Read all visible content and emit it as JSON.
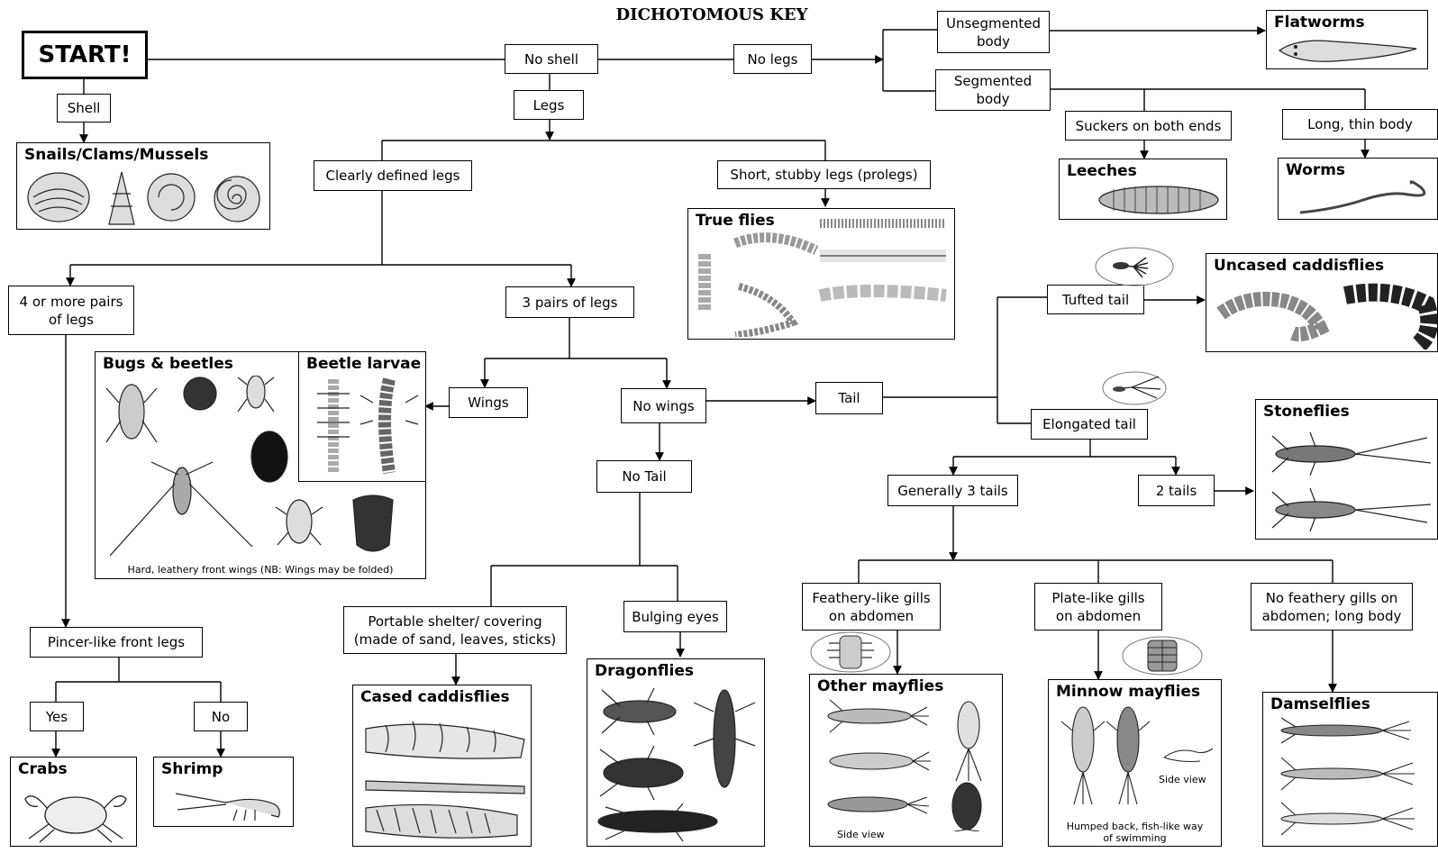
{
  "title": "DICHOTOMOUS KEY",
  "start": "START!",
  "nodes": {
    "shell": "Shell",
    "no_shell": "No shell",
    "no_legs": "No legs",
    "legs": "Legs",
    "unsegmented": "Unsegmented\nbody",
    "segmented": "Segmented\nbody",
    "suckers": "Suckers on both ends",
    "long_thin": "Long, thin body",
    "clearly_defined": "Clearly defined legs",
    "prolegs": "Short, stubby legs (prolegs)",
    "four_pairs": "4 or more pairs\nof legs",
    "three_pairs": "3 pairs of legs",
    "wings": "Wings",
    "no_wings": "No wings",
    "tail": "Tail",
    "tufted": "Tufted tail",
    "elongated": "Elongated tail",
    "no_tail": "No Tail",
    "gen3": "Generally 3 tails",
    "two_tails": "2 tails",
    "pincer": "Pincer-like front legs",
    "yes": "Yes",
    "no": "No",
    "portable": "Portable shelter/ covering\n(made of sand, leaves, sticks)",
    "bulging": "Bulging eyes",
    "feathery": "Feathery-like gills\non abdomen",
    "plate": "Plate-like gills\non abdomen",
    "no_feathery": "No feathery gills on\nabdomen; long body"
  },
  "groups": {
    "snails": "Snails/Clams/Mussels",
    "flatworms": "Flatworms",
    "leeches": "Leeches",
    "worms": "Worms",
    "true_flies": "True flies",
    "uncased": "Uncased caddisflies",
    "bugs": "Bugs & beetles",
    "beetle_larvae": "Beetle larvae",
    "bugs_note": "Hard, leathery front wings (NB: Wings may be folded)",
    "stoneflies": "Stoneflies",
    "crabs": "Crabs",
    "shrimp": "Shrimp",
    "cased": "Cased caddisflies",
    "dragonflies": "Dragonflies",
    "other_mayflies": "Other mayflies",
    "other_side": "Side view",
    "minnow": "Minnow mayflies",
    "minnow_side": "Side view",
    "minnow_note": "Humped back, fish-like way\nof swimming",
    "damselflies": "Damselflies"
  },
  "icons": [
    "snail-icon",
    "clam-icon",
    "flatworm-icon",
    "leech-icon",
    "worm-icon",
    "fly-larva-icon",
    "caddisfly-larva-icon",
    "water-bug-icon",
    "beetle-icon",
    "beetle-larva-icon",
    "stonefly-nymph-icon",
    "crab-icon",
    "shrimp-icon",
    "caddis-case-icon",
    "dragonfly-nymph-icon",
    "mayfly-nymph-icon",
    "damselfly-nymph-icon"
  ],
  "colors": {
    "line": "#000000",
    "background": "#ffffff"
  }
}
